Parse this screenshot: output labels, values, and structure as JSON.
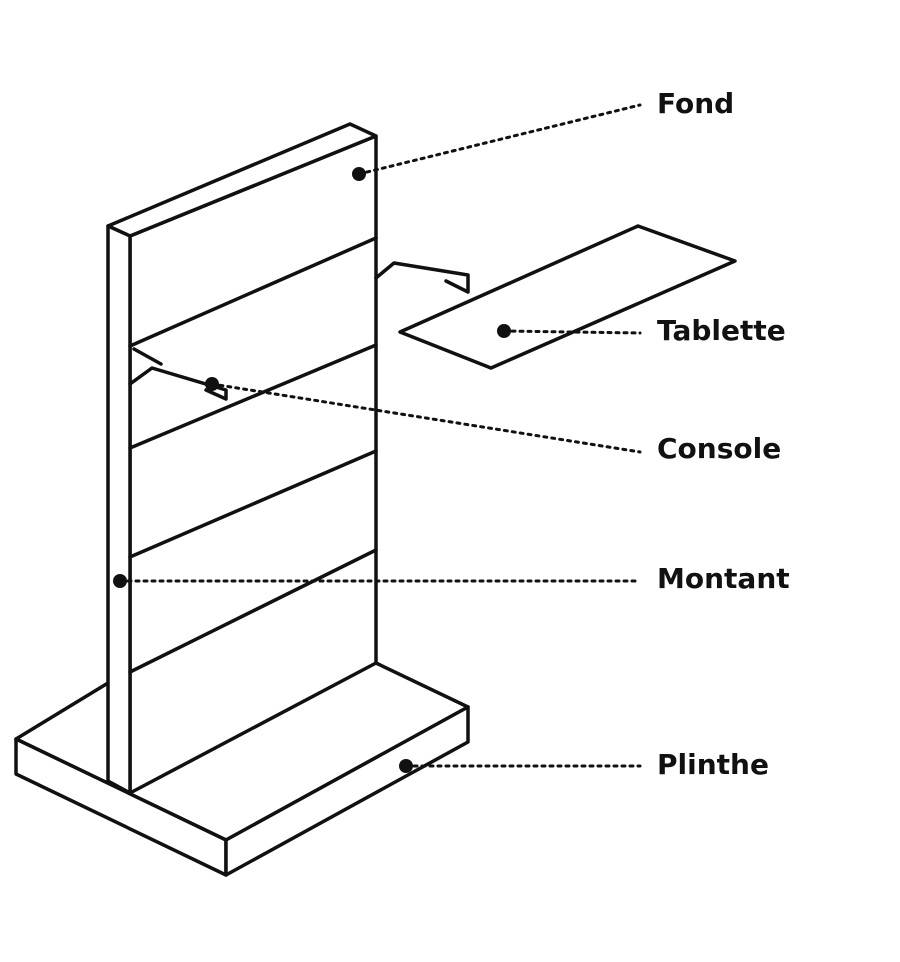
{
  "labels": {
    "fond": "Fond",
    "tablette": "Tablette",
    "console": "Console",
    "montant": "Montant",
    "plinthe": "Plinthe"
  },
  "colors": {
    "line": "#111111",
    "background": "#ffffff"
  }
}
